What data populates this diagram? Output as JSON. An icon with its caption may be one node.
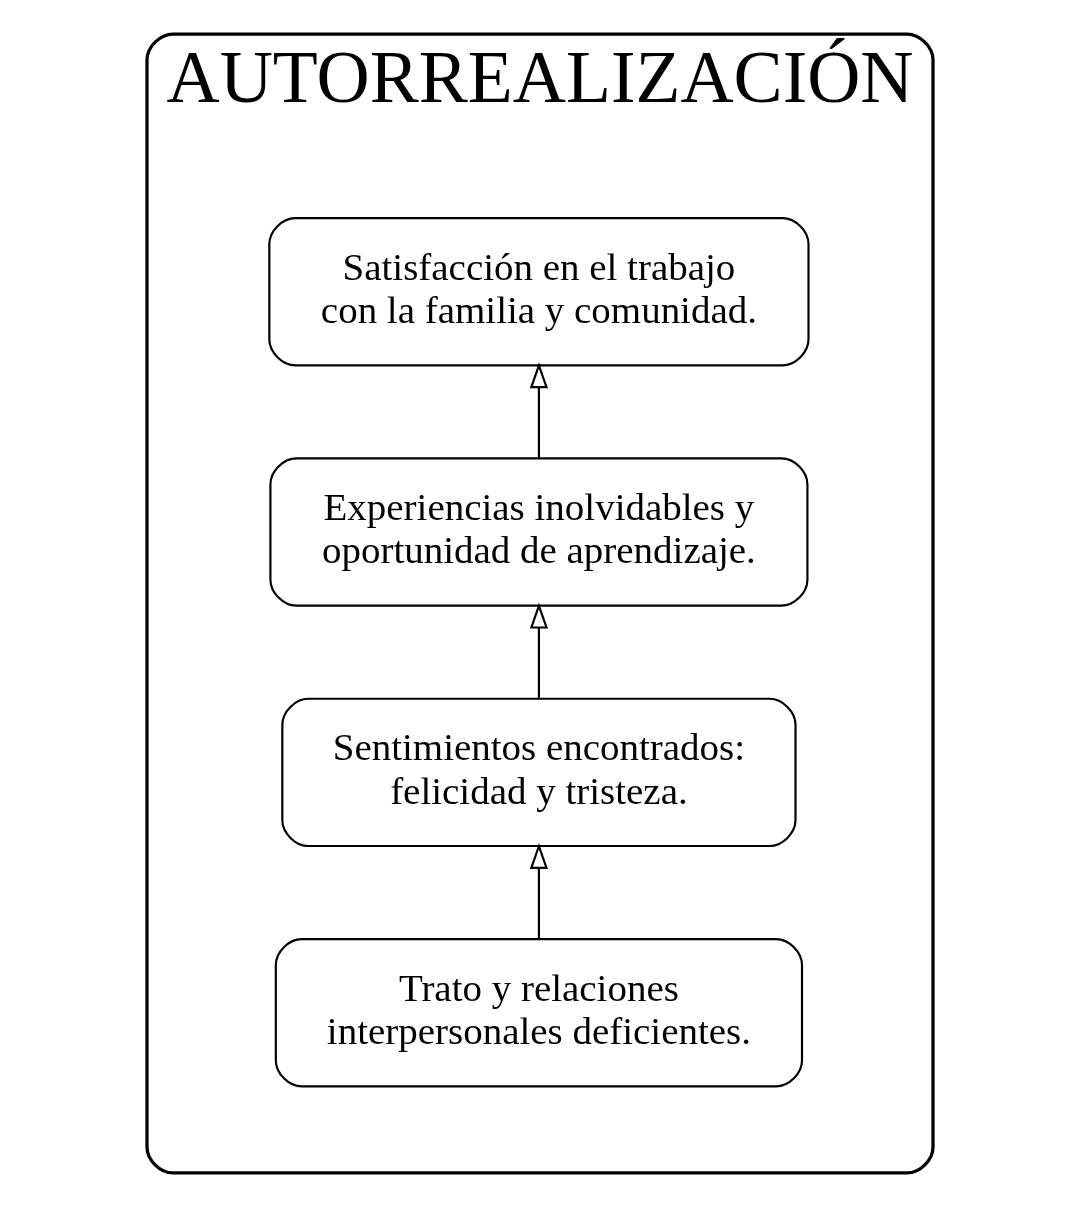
{
  "diagram": {
    "nodes": [
      {
        "text": [
          "AUTORREALIZACIÓN"
        ]
      },
      {
        "text": [
          "Satisfacción en el trabajo con la familia y comunidad."
        ],
        "in": 0
      },
      {
        "text": [
          "Experiencias inolvidables y oportunidad de aprendizaje."
        ],
        "in": 0
      },
      {
        "text": [
          "Sentimientos encontrados: felicidad y tristeza."
        ],
        "in": 0
      },
      {
        "text": [
          "Trato y relaciones interpersonales deficientes."
        ],
        "in": 0
      }
    ],
    "edges": [
      {
        "from": 4,
        "to": 3,
        "arrow": "to"
      },
      {
        "from": 3,
        "to": 2,
        "arrow": "to"
      },
      {
        "from": 2,
        "to": 1,
        "arrow": "to"
      }
    ]
  }
}
